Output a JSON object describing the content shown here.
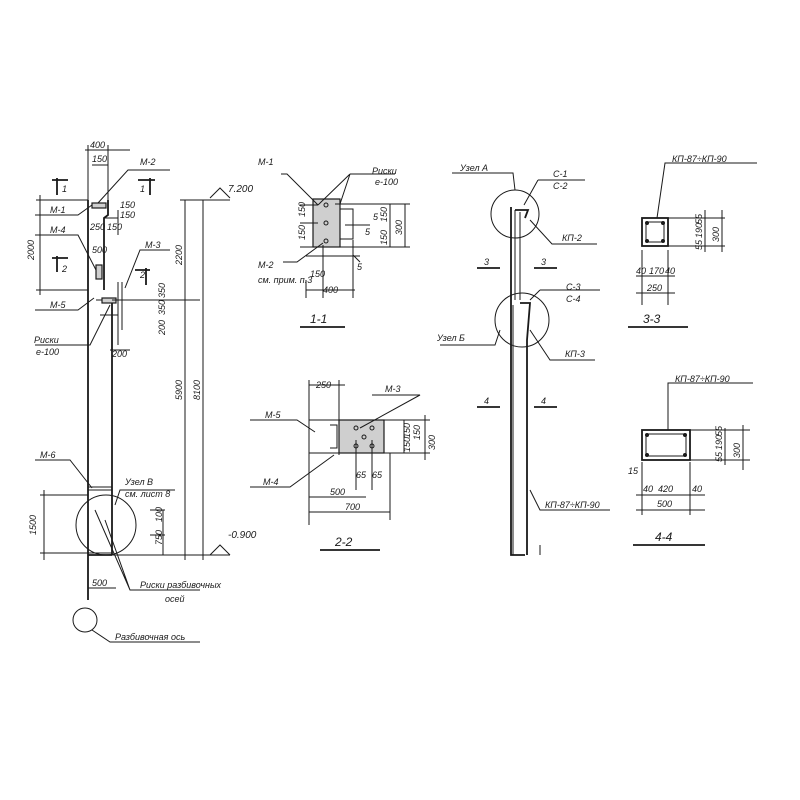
{
  "column": {
    "m1": "М-1",
    "m2": "М-2",
    "m3": "М-3",
    "m4": "М-4",
    "m5": "М-5",
    "m6": "М-6",
    "sec1a": "1",
    "sec1b": "1",
    "sec2a": "2",
    "sec2b": "2",
    "d400": "400",
    "d150top": "150",
    "d150v1": "150",
    "d150v2": "150",
    "d250": "250",
    "d150h": "150",
    "d500": "500",
    "d2000": "2000",
    "d350a": "350",
    "d350b": "350",
    "d200a": "200",
    "d200b": "200",
    "d2200": "2200",
    "d5900": "5900",
    "d8100": "8100",
    "d1500": "1500",
    "d100": "100",
    "d750": "750",
    "d500b": "500",
    "elev_top": "7.200",
    "elev_bot": "-0.900",
    "marks": "Риски",
    "marks_step": "е-100",
    "node_v": "Узел В",
    "node_v_ref": "см. лист 8",
    "axis_marks": "Риски разбивочных",
    "axis_marks2": "осей",
    "axis": "Разбивочная ось"
  },
  "section_1_1": {
    "title": "1-1",
    "m1": "М-1",
    "m2": "М-2",
    "note": "см. прим. п.3",
    "marks": "Риски",
    "marks_step": "е-100",
    "d150a": "150",
    "d150b": "150",
    "d150c": "150",
    "d150d": "150",
    "d300": "300",
    "d5a": "5",
    "d5b": "5",
    "d150e": "150",
    "d400": "400"
  },
  "section_2_2": {
    "title": "2-2",
    "d250": "250",
    "m3": "М-3",
    "m5": "М-5",
    "m4": "М-4",
    "d150a": "150",
    "d150b": "150",
    "d150c": "150",
    "d300": "300",
    "d65a": "65",
    "d65b": "65",
    "d500": "500",
    "d700": "700"
  },
  "elevation": {
    "node_a": "Узел А",
    "c1": "С-1",
    "c2": "С-2",
    "kp2": "КП-2",
    "s3a": "3",
    "s3b": "3",
    "c3": "С-3",
    "c4": "С-4",
    "node_b": "Узел Б",
    "kp3": "КП-3",
    "s4a": "4",
    "s4b": "4",
    "kp87": "КП-87÷КП-90"
  },
  "section_3_3": {
    "title": "3-3",
    "kp": "КП-87÷КП-90",
    "d40a": "40",
    "d170": "170",
    "d40b": "40",
    "d250": "250",
    "d55a": "55",
    "d190": "190",
    "d55b": "55",
    "d300": "300"
  },
  "section_4_4": {
    "title": "4-4",
    "kp": "КП-87÷КП-90",
    "d15": "15",
    "d40a": "40",
    "d420": "420",
    "d40b": "40",
    "d500": "500",
    "d55a": "55",
    "d190": "190",
    "d55b": "55",
    "d300": "300"
  }
}
